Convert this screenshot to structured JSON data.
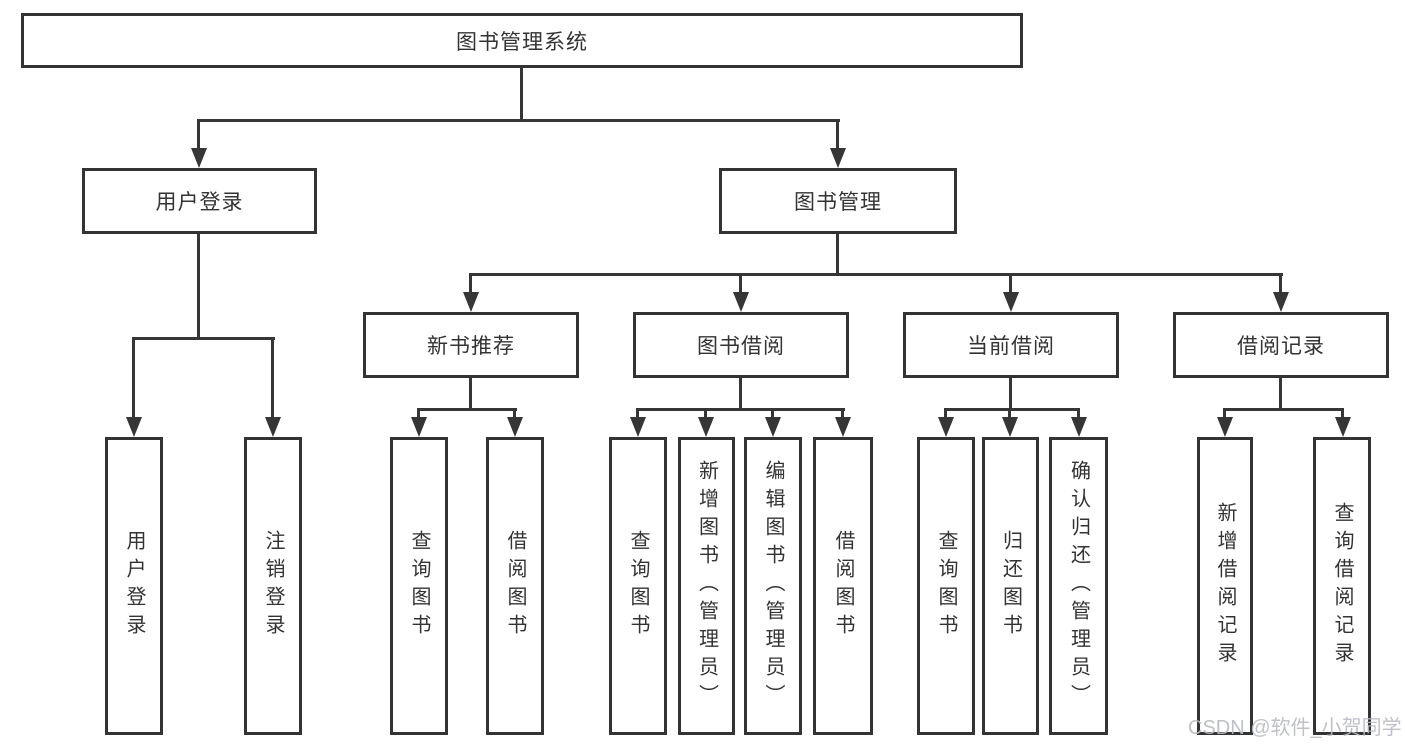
{
  "diagram": {
    "title": "图书管理系统",
    "type": "functional-structure-tree",
    "colors": {
      "line": "#363636",
      "box_border": "#333333",
      "box_background": "#ffffff",
      "text": "#333333",
      "watermark": "#b7bbc1",
      "page_background": "#ffffff"
    },
    "watermark": "CSDN @软件_小贺同学",
    "tree": {
      "root": {
        "label": "图书管理系统"
      },
      "branches": [
        {
          "label": "用户登录",
          "children": [
            {
              "label": "用户登录"
            },
            {
              "label": "注销登录"
            }
          ]
        },
        {
          "label": "图书管理",
          "children": [
            {
              "label": "新书推荐",
              "children": [
                {
                  "label": "查询图书"
                },
                {
                  "label": "借阅图书"
                }
              ]
            },
            {
              "label": "图书借阅",
              "children": [
                {
                  "label": "查询图书"
                },
                {
                  "label": "新增图书（管理员）"
                },
                {
                  "label": "编辑图书（管理员）"
                },
                {
                  "label": "借阅图书"
                }
              ]
            },
            {
              "label": "当前借阅",
              "children": [
                {
                  "label": "查询图书"
                },
                {
                  "label": "归还图书"
                },
                {
                  "label": "确认归还（管理员）"
                }
              ]
            },
            {
              "label": "借阅记录",
              "children": [
                {
                  "label": "新增借阅记录"
                },
                {
                  "label": "查询借阅记录"
                }
              ]
            }
          ]
        }
      ]
    }
  }
}
